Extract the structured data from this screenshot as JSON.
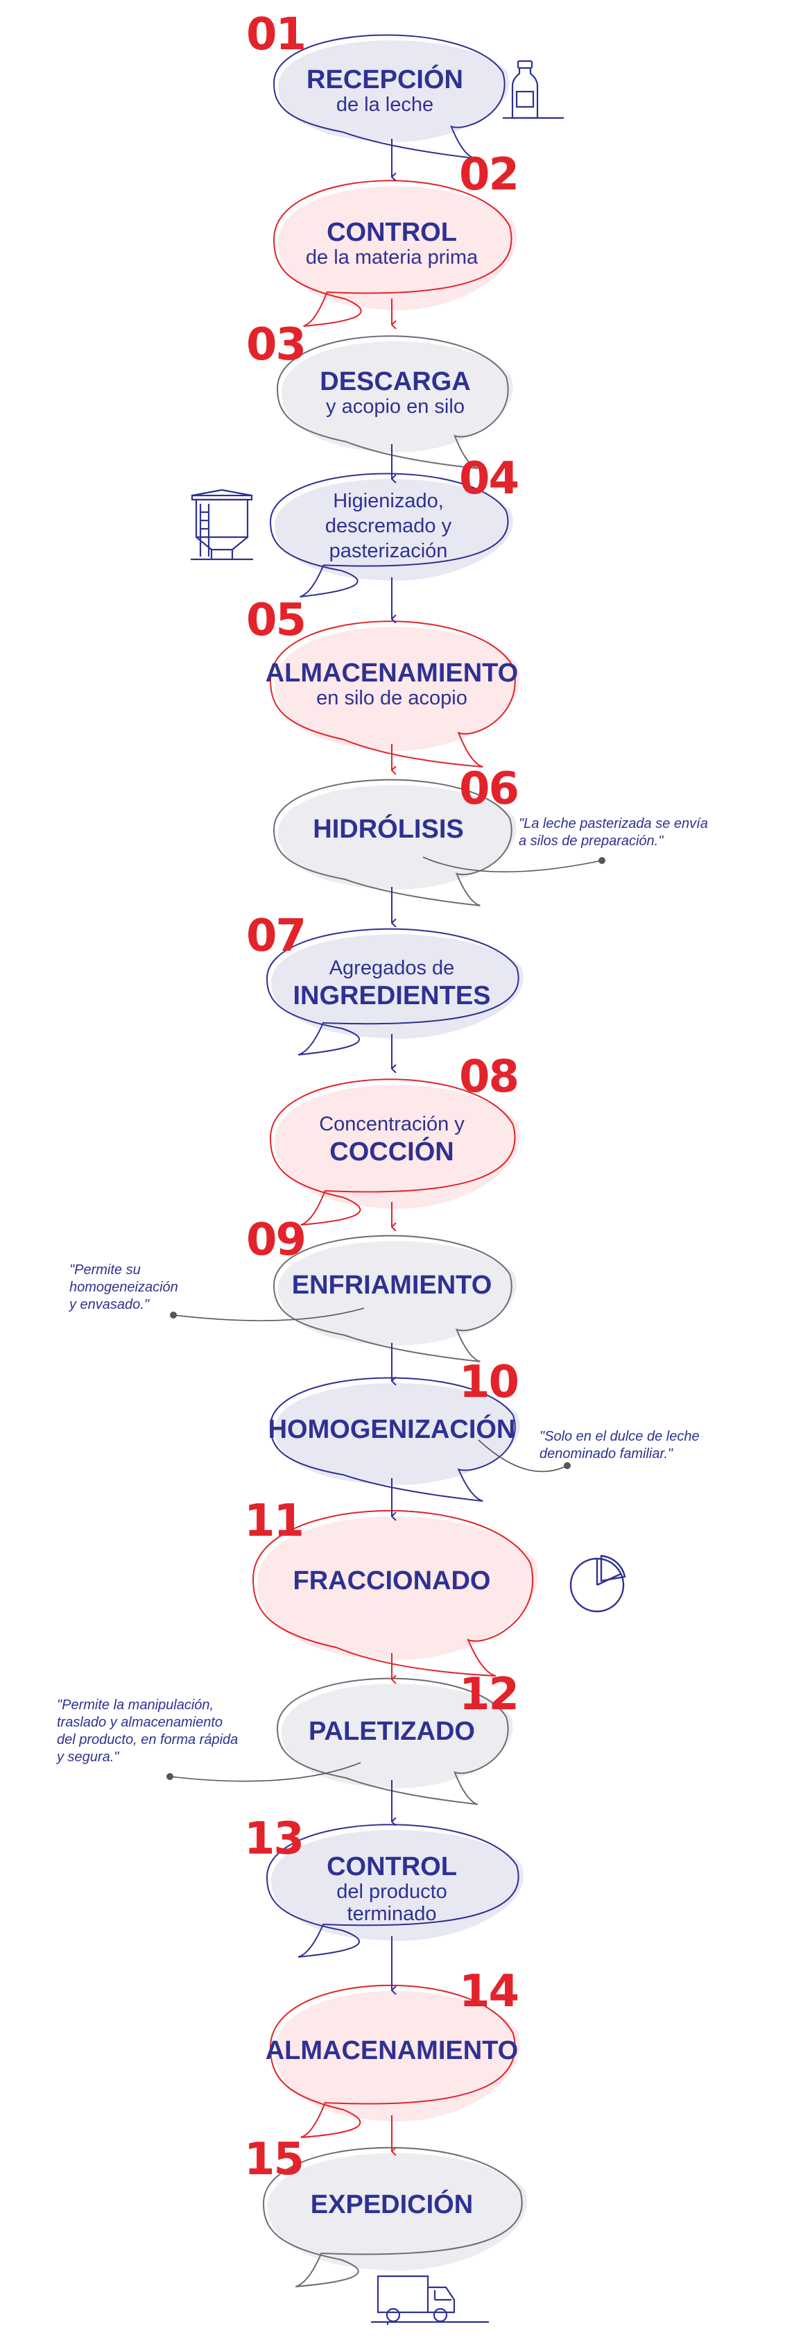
{
  "colors": {
    "red": "#e3232b",
    "blue": "#2e3192",
    "grey_fill": "#ececf1",
    "pink_fill": "#fde8ea",
    "lavender_fill": "#e8e8f3"
  },
  "steps": [
    {
      "num": "01",
      "line1": "RECEPCIÓN",
      "line2": "de la leche"
    },
    {
      "num": "02",
      "line1": "CONTROL",
      "line2": "de la materia prima"
    },
    {
      "num": "03",
      "line1": "DESCARGA",
      "line2": "y acopio en silo"
    },
    {
      "num": "04",
      "line1": "Higienizado,",
      "line2": "descremado y",
      "line3": "pasterización"
    },
    {
      "num": "05",
      "line1": "ALMACENAMIENTO",
      "line2": "en silo de acopio"
    },
    {
      "num": "06",
      "line1": "HIDRÓLISIS"
    },
    {
      "num": "07",
      "line1": "Agregados de",
      "line2": "INGREDIENTES"
    },
    {
      "num": "08",
      "line1": "Concentración y",
      "line2": "COCCIÓN"
    },
    {
      "num": "09",
      "line1": "ENFRIAMIENTO"
    },
    {
      "num": "10",
      "line1": "HOMOGENIZACIÓN"
    },
    {
      "num": "11",
      "line1": "FRACCIONADO"
    },
    {
      "num": "12",
      "line1": "PALETIZADO"
    },
    {
      "num": "13",
      "line1": "CONTROL",
      "line2": "del producto",
      "line3": "terminado"
    },
    {
      "num": "14",
      "line1": "ALMACENAMIENTO"
    },
    {
      "num": "15",
      "line1": "EXPEDICIÓN"
    }
  ],
  "notes": {
    "n06": {
      "line1": "\"La leche pasterizada se envía",
      "line2": "a silos de preparación.\""
    },
    "n09": {
      "line1": "\"Permite su",
      "line2": "homogeneización",
      "line3": "y envasado.\""
    },
    "n10": {
      "line1": "\"Solo en el dulce de leche",
      "line2": "denominado familiar.\""
    },
    "n12": {
      "line1": "\"Permite la manipulación,",
      "line2": "traslado y  almacenamiento",
      "line3": "del producto, en forma rápida",
      "line4": "y segura.\""
    }
  },
  "icons": [
    "milk-bottle-icon",
    "silo-tank-icon",
    "pie-chart-icon",
    "delivery-truck-icon"
  ]
}
